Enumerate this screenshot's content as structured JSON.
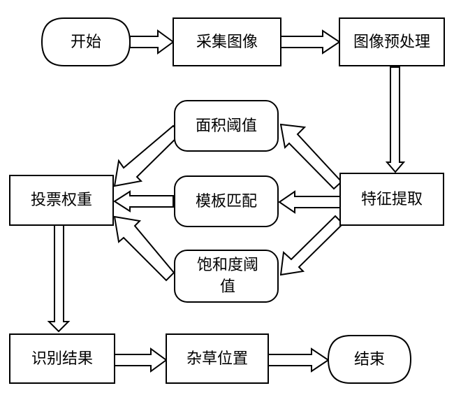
{
  "nodes": {
    "start": "开始",
    "capture": "采集图像",
    "preprocess": "图像预处理",
    "area_threshold": "面积阈值",
    "feature_extract": "特征提取",
    "vote_weight": "投票权重",
    "template_match": "模板匹配",
    "saturation_threshold_line1": "饱和度阈",
    "saturation_threshold_line2": "值",
    "result": "识别结果",
    "weed_position": "杂草位置",
    "end": "结束"
  }
}
